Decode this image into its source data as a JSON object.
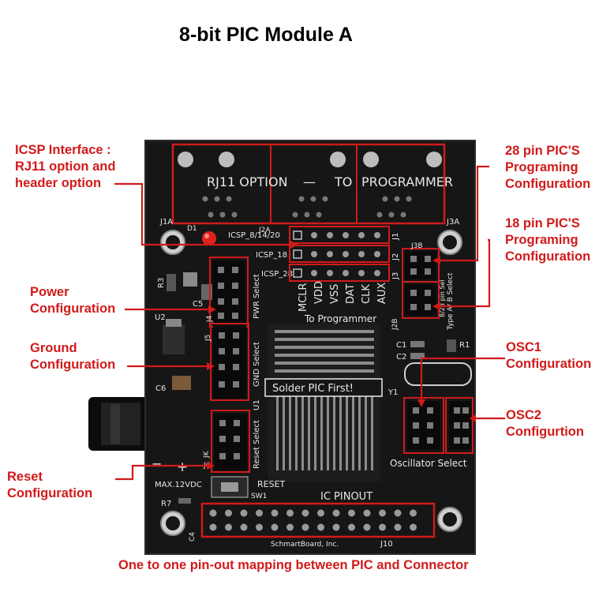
{
  "title": "8-bit PIC Module A",
  "colors": {
    "annotation": "#d11a1a",
    "board": "#161616",
    "silkscreen": "#e8e8e8"
  },
  "callouts": {
    "icsp": [
      "ICSP Interface :",
      "RJ11 option and",
      "header option"
    ],
    "pin28": [
      "28 pin PIC'S",
      "Programing",
      "Configuration"
    ],
    "pin18": [
      "18 pin PIC'S",
      "Programing",
      "Configuration"
    ],
    "power": [
      "Power",
      "Configuration"
    ],
    "ground": [
      "Ground",
      "Configuration"
    ],
    "osc1": [
      "OSC1",
      "Configuration"
    ],
    "osc2": [
      "OSC2",
      "Configurtion"
    ],
    "reset": [
      "Reset",
      "Configuration"
    ],
    "pinout": "One to one pin-out mapping between PIC and Connector"
  },
  "board": {
    "rj11_label": "RJ11 OPTION",
    "rj11_dash": "—",
    "to_label": "TO",
    "programmer_label": "PROGRAMMER",
    "j1a": "J1A",
    "j3a": "J3A",
    "d1": "D1",
    "j2a": "J2A",
    "icsp_8": "ICSP_8/14/20",
    "icsp_18": "ICSP_18",
    "icsp_28": "ICSP_28",
    "j1": "J1",
    "j2": "J2",
    "j3": "J3",
    "j3b": "J3B",
    "j2b": "J2B",
    "type_select": "Type A/ B Select",
    "pin_select": "8/28 pin Sel",
    "prog_pins": [
      "MCLR",
      "VDD",
      "VSS",
      "DAT",
      "CLK",
      "AUX"
    ],
    "to_programmer": "To Programmer",
    "r3": "R3",
    "c5": "C5",
    "u2": "U2",
    "j4": "J4",
    "pwr_select": "PWR Select",
    "j5": "J5",
    "gnd_select": "GND Select",
    "c6": "C6",
    "solder_note": "Solder PIC First!",
    "c1": "C1",
    "c2": "C2",
    "r1": "R1",
    "y1": "Y1",
    "reset_select": "Reset Select",
    "u1": "U1",
    "jk": "JK",
    "j6": "J6",
    "oscillator_select": "Oscillator Select",
    "max_voltage": "MAX.12VDC",
    "reset_label": "RESET",
    "sw1": "SW1",
    "r7": "R7",
    "c4": "C4",
    "ic_pinout": "IC PINOUT",
    "brand": "SchmartBoard, Inc.",
    "j10": "J10",
    "minus": "−",
    "plus": "+"
  }
}
